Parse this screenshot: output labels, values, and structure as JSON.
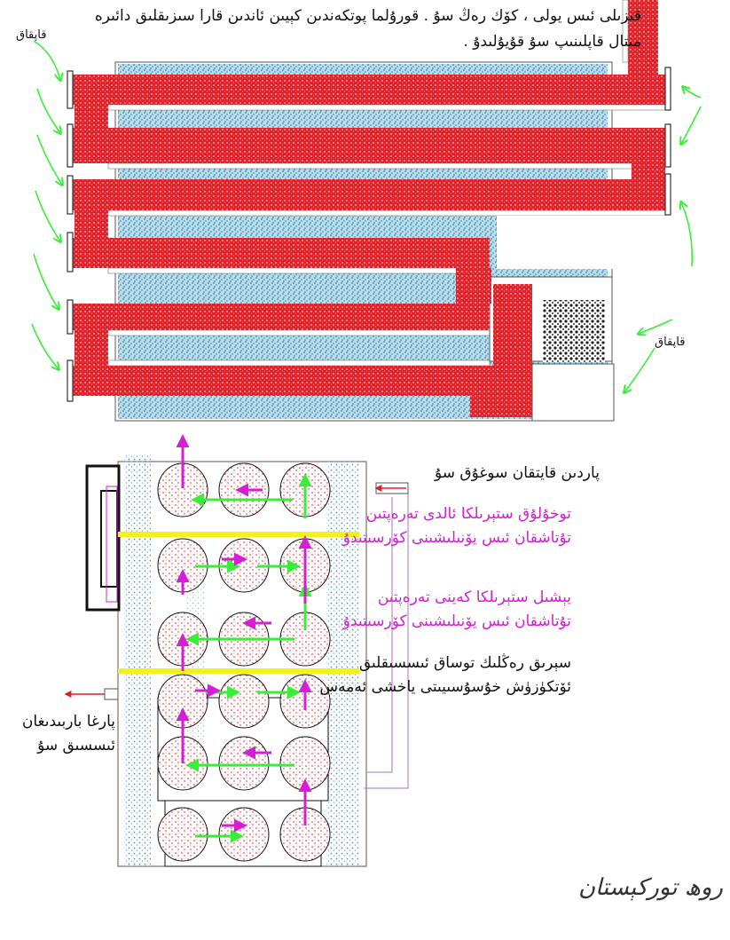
{
  "top_note": {
    "line1": "قىزىلى ئىس يولى ، كۆك رەڭ سۇ . قورۇلما پوتكەندىن كېيىن ئاندىن قارا سىزىقلىق دائىرە",
    "line2": "مىتال قاپلىنىپ سۇ قۇيۇلىدۇ ."
  },
  "valve_labels": {
    "top_left": "قاپقاق",
    "right": "قاپقاق"
  },
  "labels": {
    "water_in": "پاردىن قايتقان سوغۇق سۇ",
    "front_chamber_1": "توخۇلۇق ستېرىلكا ئالدى تەرەپتىن",
    "front_chamber_2": "تۇتاشقان ئىس يۆنىلىشىنى كۆرسىتىدۇ",
    "back_chamber_1": "يېشىل ستېرىلكا كەينى تەرەپتىن",
    "back_chamber_2": "تۇتاشقان ئىس يۆنىلىشىنى كۆرسىتىدۇ",
    "pipe_note_1": "سېرىق رەڭلىك توساق ئىسسىقلىق",
    "pipe_note_2": "ئۆتكۈزۈش خۇسۇسىيىتى ياخشى ئەمەس",
    "hot_water_1": "پارغا باربىدىغان",
    "hot_water_2": "ئىسسىق سۇ"
  },
  "watermark": "روھ توركېستان",
  "colors": {
    "smoke": "#e21d26",
    "water": "#3a9bc4",
    "front_arrow": "#d41fd4",
    "back_arrow": "#3cf03c",
    "barrier": "#f2f21a",
    "hot_arrow": "#e21d26"
  }
}
